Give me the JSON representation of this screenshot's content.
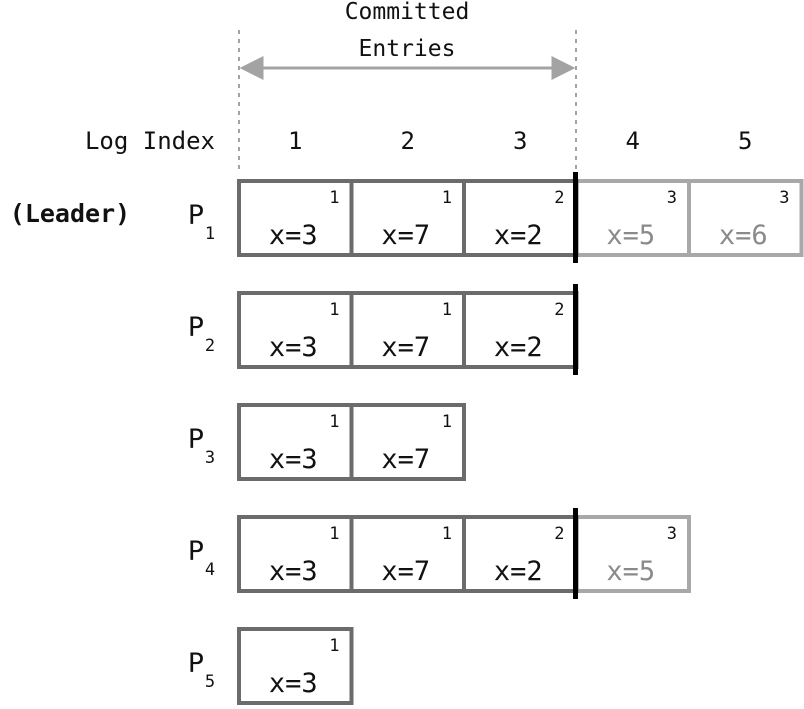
{
  "header": {
    "committed_line1": "Committed",
    "committed_line2": "Entries",
    "log_index_label": "Log Index"
  },
  "log_indices": [
    "1",
    "2",
    "3",
    "4",
    "5"
  ],
  "leader_label": "(Leader)",
  "committed_count": 3,
  "colors": {
    "committed_border": "#6b6b6b",
    "uncommitted_border": "#a8a8a8",
    "committed_text": "#111111",
    "uncommitted_text": "#8a8a8a",
    "commit_marker": "#000000",
    "guide": "#a3a3a3"
  },
  "processes": [
    {
      "name": "P",
      "sub": "1",
      "leader": true,
      "entries": [
        {
          "term": "1",
          "cmd": "x=3",
          "committed": true
        },
        {
          "term": "1",
          "cmd": "x=7",
          "committed": true
        },
        {
          "term": "2",
          "cmd": "x=2",
          "committed": true
        },
        {
          "term": "3",
          "cmd": "x=5",
          "committed": false
        },
        {
          "term": "3",
          "cmd": "x=6",
          "committed": false
        }
      ]
    },
    {
      "name": "P",
      "sub": "2",
      "leader": false,
      "entries": [
        {
          "term": "1",
          "cmd": "x=3",
          "committed": true
        },
        {
          "term": "1",
          "cmd": "x=7",
          "committed": true
        },
        {
          "term": "2",
          "cmd": "x=2",
          "committed": true
        }
      ]
    },
    {
      "name": "P",
      "sub": "3",
      "leader": false,
      "entries": [
        {
          "term": "1",
          "cmd": "x=3",
          "committed": true
        },
        {
          "term": "1",
          "cmd": "x=7",
          "committed": true
        }
      ]
    },
    {
      "name": "P",
      "sub": "4",
      "leader": false,
      "entries": [
        {
          "term": "1",
          "cmd": "x=3",
          "committed": true
        },
        {
          "term": "1",
          "cmd": "x=7",
          "committed": true
        },
        {
          "term": "2",
          "cmd": "x=2",
          "committed": true
        },
        {
          "term": "3",
          "cmd": "x=5",
          "committed": false
        }
      ]
    },
    {
      "name": "P",
      "sub": "5",
      "leader": false,
      "entries": [
        {
          "term": "1",
          "cmd": "x=3",
          "committed": true
        }
      ]
    }
  ]
}
